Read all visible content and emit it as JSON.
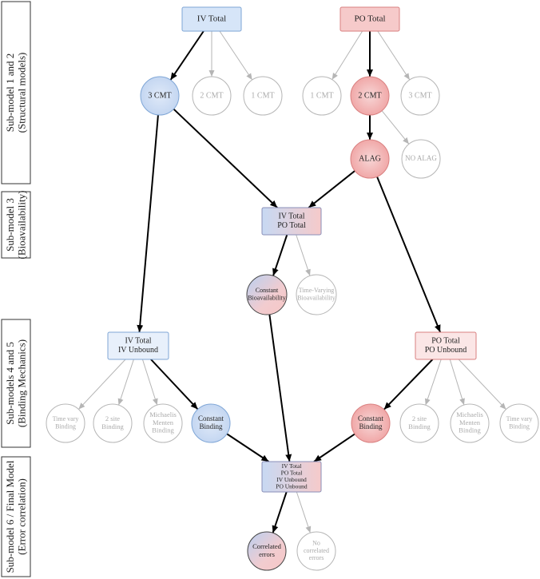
{
  "sections": [
    {
      "line1": "Sub-model 1 and 2",
      "line2": "(Structural models)"
    },
    {
      "line1": "Sub-model 3",
      "line2": "(Bioavailability)"
    },
    {
      "line1": "Sub-models 4 and 5",
      "line2": "(Binding Mechanics)"
    },
    {
      "line1": "Sub-model 6 / Final Model",
      "line2": "(Error correlation)"
    }
  ],
  "nodes": {
    "iv_total": {
      "lines": [
        "IV Total"
      ]
    },
    "po_total": {
      "lines": [
        "PO Total"
      ]
    },
    "iv_3cmt": {
      "lines": [
        "3 CMT"
      ]
    },
    "iv_2cmt": {
      "lines": [
        "2 CMT"
      ]
    },
    "iv_1cmt": {
      "lines": [
        "1 CMT"
      ]
    },
    "po_1cmt": {
      "lines": [
        "1 CMT"
      ]
    },
    "po_2cmt": {
      "lines": [
        "2 CMT"
      ]
    },
    "po_3cmt": {
      "lines": [
        "3 CMT"
      ]
    },
    "alag": {
      "lines": [
        "ALAG"
      ]
    },
    "no_alag": {
      "lines": [
        "NO ALAG"
      ]
    },
    "ivpo_total": {
      "lines": [
        "IV Total",
        "PO Total"
      ]
    },
    "const_bio": {
      "lines": [
        "Constant",
        "Bioavailability"
      ]
    },
    "tv_bio": {
      "lines": [
        "Time-Varying",
        "Bioavailability"
      ]
    },
    "iv_unbound": {
      "lines": [
        "IV Total",
        "IV Unbound"
      ]
    },
    "po_unbound": {
      "lines": [
        "PO Total",
        "PO Unbound"
      ]
    },
    "iv_tv_binding": {
      "lines": [
        "Time vary",
        "Binding"
      ]
    },
    "iv_2site": {
      "lines": [
        "2 site",
        "Binding"
      ]
    },
    "iv_mm": {
      "lines": [
        "Michaelis",
        "Menten",
        "Binding"
      ]
    },
    "iv_const_binding": {
      "lines": [
        "Constant",
        "Binding"
      ]
    },
    "po_const_binding": {
      "lines": [
        "Constant",
        "Binding"
      ]
    },
    "po_2site": {
      "lines": [
        "2 site",
        "Binding"
      ]
    },
    "po_mm": {
      "lines": [
        "Michaelis",
        "Menten",
        "Binding"
      ]
    },
    "po_tv_binding": {
      "lines": [
        "Time vary",
        "Binding"
      ]
    },
    "final": {
      "lines": [
        "IV Total",
        "PO Total",
        "IV Unbound",
        "PO Unbound"
      ]
    },
    "corr_err": {
      "lines": [
        "Correlated",
        "errors"
      ]
    },
    "no_corr": {
      "lines": [
        "No",
        "correlated",
        "errors"
      ]
    }
  },
  "colors": {
    "iv_fill": "#d6e5f8",
    "iv_stroke": "#7fa6d6",
    "po_fill": "#f6caca",
    "po_stroke": "#d98080",
    "dim_stroke": "#b5b5b5",
    "dim_text": "#aaaaaa",
    "selected_edge": "#000000",
    "unselected_edge": "#b5b5b5"
  }
}
